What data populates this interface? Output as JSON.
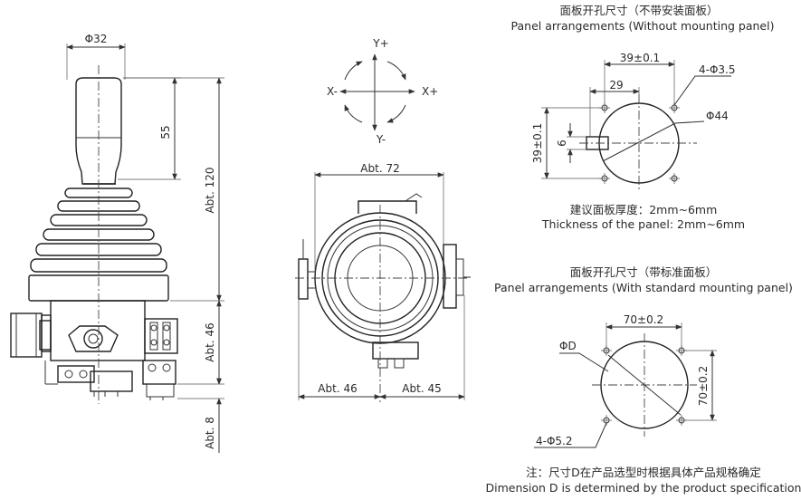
{
  "side_view": {
    "dia_knob": "Φ32",
    "h_knob": "55",
    "h_upper": "Abt. 120",
    "h_lower": "Abt. 46",
    "h_bottom": "Abt. 8"
  },
  "axes": {
    "y_plus": "Y+",
    "y_minus": "Y-",
    "x_plus": "X+",
    "x_minus": "X-"
  },
  "top_view": {
    "width": "Abt. 72",
    "left_w": "Abt. 46",
    "right_w": "Abt. 45"
  },
  "panel_no_plate": {
    "title_cn": "面板开孔尺寸（不带安装面板）",
    "title_en": "Panel arrangements (Without mounting panel)",
    "dim_39": "39±0.1",
    "dim_29": "29",
    "holes": "4-Φ3.5",
    "dia_44": "Φ44",
    "dim_39_v": "39±0.1",
    "dim_6": "6",
    "thickness_cn": "建议面板厚度：2mm~6mm",
    "thickness_en": "Thickness of the panel: 2mm~6mm"
  },
  "panel_with_plate": {
    "title_cn": "面板开孔尺寸（带标准面板）",
    "title_en": "Panel arrangements (With standard mounting panel)",
    "dim_70": "70±0.2",
    "dim_70_v": "70±0.2",
    "dia_d": "ΦD",
    "holes": "4-Φ5.2"
  },
  "note": {
    "cn": "注：尺寸D在产品选型时根据具体产品规格确定",
    "en": "Dimension D is determined by the product specification"
  }
}
